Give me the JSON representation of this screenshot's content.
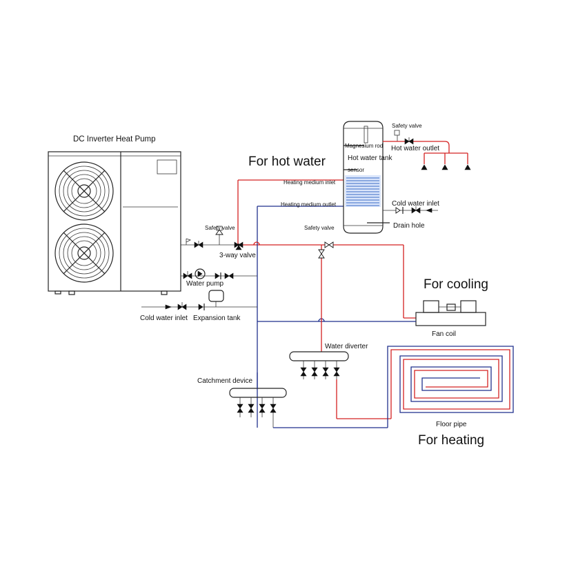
{
  "labels": {
    "heat_pump_title": "DC Inverter Heat Pump",
    "for_hot_water": "For hot water",
    "safety_valve_tank": "Safety valve",
    "magnesium_rod": "Magnesium rod",
    "hot_water_tank": "Hot water tank",
    "sensor": "sensor",
    "hot_water_outlet": "Hot water outlet",
    "heating_medium_inlet": "Heating medium  inlet",
    "heating_medium_outlet": "Heating medium  outlet",
    "cold_water_inlet_tank": "Cold water inlet",
    "safety_valve_mid": "Safety valve",
    "drain_hole": "Drain hole",
    "safety_valve_pump": "Safety valve",
    "three_way_valve": "3-way valve",
    "water_pump": "Water pump",
    "for_cooling": "For cooling",
    "cold_water_inlet_main": "Cold water inlet",
    "expansion_tank": "Expansion tank",
    "fan_coil": "Fan coil",
    "water_diverter": "Water diverter",
    "catchment_device": "Catchment device",
    "floor_pipe": "Floor pipe",
    "for_heating": "For heating"
  },
  "colors": {
    "supply_pipe": "#d42020",
    "return_pipe": "#1f2f8c",
    "outline": "#222222",
    "tank_coil": "#6f93d8"
  }
}
